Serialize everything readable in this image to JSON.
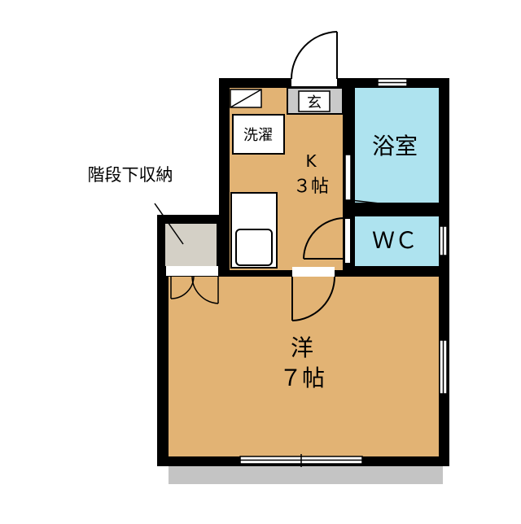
{
  "floorplan": {
    "rooms": {
      "entrance": {
        "label": "玄"
      },
      "washer": {
        "label": "洗濯"
      },
      "kitchen": {
        "label": "K",
        "size": "３帖"
      },
      "bath": {
        "label": "浴室"
      },
      "toilet": {
        "label": "ＷＣ"
      },
      "western": {
        "label": "洋",
        "size": "７帖"
      },
      "storage": {
        "label": "階段下収納"
      }
    },
    "colors": {
      "room_floor": "#E2B374",
      "bath_floor": "#AEE3EF",
      "storage_floor": "#D4D0C6",
      "wall": "#000000",
      "shadow": "#C4C4C4",
      "window": "#FFFFFF"
    }
  }
}
